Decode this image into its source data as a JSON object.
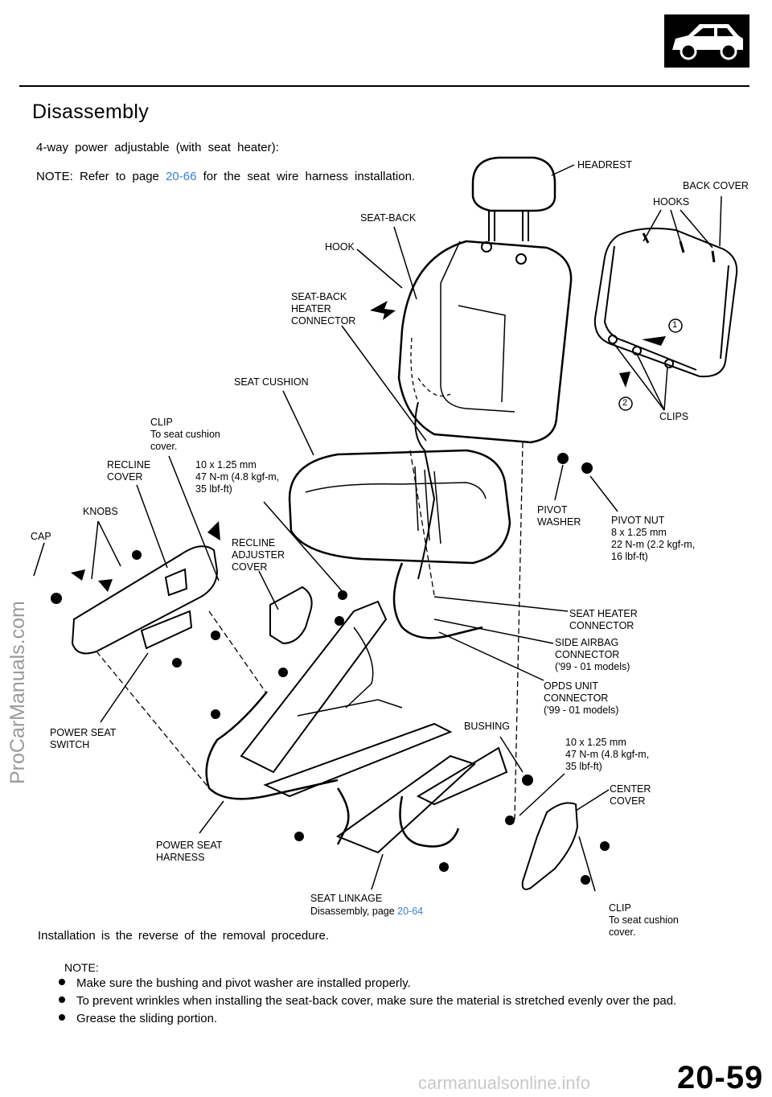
{
  "header": {
    "title": "Disassembly",
    "subtitle": "4-way power adjustable (with seat heater):",
    "note_prefix": "NOTE: Refer to page ",
    "note_link": "20-66",
    "note_suffix": " for the seat wire harness installation."
  },
  "labels": {
    "headrest": "HEADREST",
    "back_cover": "BACK COVER",
    "hooks": "HOOKS",
    "seat_back": "SEAT-BACK",
    "hook": "HOOK",
    "seat_back_heater_connector": "SEAT-BACK\nHEATER\nCONNECTOR",
    "seat_cushion": "SEAT CUSHION",
    "clip_top": "CLIP\nTo seat cushion\ncover.",
    "recline_cover": "RECLINE\nCOVER",
    "bolt_spec_1": "10 x 1.25 mm\n47 N-m (4.8 kgf-m,\n35 lbf-ft)",
    "knobs": "KNOBS",
    "cap": "CAP",
    "recline_adjuster_cover": "RECLINE\nADJUSTER\nCOVER",
    "step_1": "1",
    "step_2": "2",
    "clips": "CLIPS",
    "pivot_washer": "PIVOT\nWASHER",
    "pivot_nut": "PIVOT NUT\n8 x 1.25 mm\n22 N-m (2.2 kgf-m,\n16 lbf-ft)",
    "seat_heater_connector": "SEAT HEATER\nCONNECTOR",
    "side_airbag_connector": "SIDE AIRBAG\nCONNECTOR\n('99 - 01 models)",
    "opds_unit_connector": "OPDS UNIT\nCONNECTOR\n('99 - 01 models)",
    "bushing": "BUSHING",
    "power_seat_switch": "POWER SEAT\nSWITCH",
    "bolt_spec_2": "10 x 1.25 mm\n47 N-m (4.8 kgf-m,\n35 lbf-ft)",
    "center_cover": "CENTER\nCOVER",
    "power_seat_harness": "POWER SEAT\nHARNESS",
    "seat_linkage": "SEAT LINKAGE",
    "seat_linkage_ref_prefix": "Disassembly, page ",
    "seat_linkage_ref_link": "20-64",
    "clip_bottom": "CLIP\nTo seat cushion\ncover."
  },
  "footer_text": {
    "installation": "Installation is the reverse of the removal procedure.",
    "note_heading": "NOTE:",
    "notes": [
      "Make sure the bushing and pivot washer are installed properly.",
      "To prevent wrinkles when installing the seat-back cover, make sure the material is stretched evenly over the pad.",
      "Grease the sliding portion."
    ]
  },
  "page_number": "20-59",
  "watermark": "ProCarManuals.com",
  "footer_watermark": "carmanualsonline.info",
  "icons": {
    "car": "car-icon"
  }
}
